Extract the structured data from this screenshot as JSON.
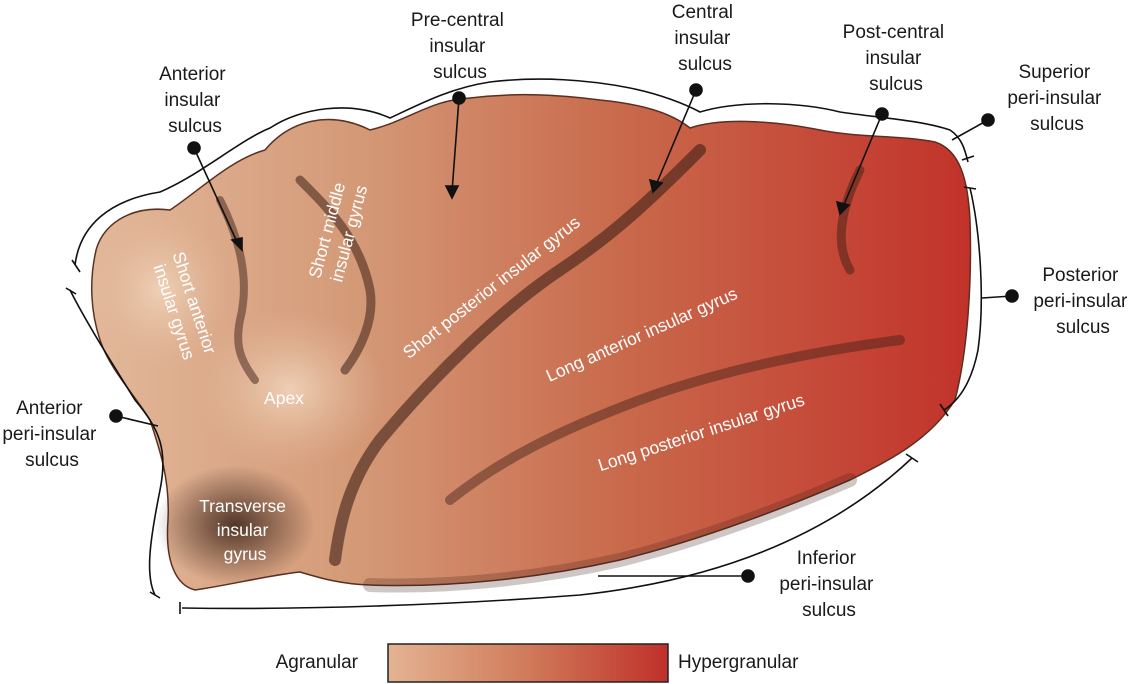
{
  "diagram": {
    "callouts": {
      "anterior_insular_sulcus": [
        "Anterior",
        "insular",
        "sulcus"
      ],
      "precentral_insular_sulcus": [
        "Pre-central",
        "insular",
        "sulcus"
      ],
      "central_insular_sulcus": [
        "Central",
        "insular",
        "sulcus"
      ],
      "postcentral_insular_sulcus": [
        "Post-central",
        "insular",
        "sulcus"
      ],
      "superior_peri_insular_sulcus": [
        "Superior",
        "peri-insular",
        "sulcus"
      ],
      "posterior_peri_insular_sulcus": [
        "Posterior",
        "peri-insular",
        "sulcus"
      ],
      "anterior_peri_insular_sulcus": [
        "Anterior",
        "peri-insular",
        "sulcus"
      ],
      "inferior_peri_insular_sulcus": [
        "Inferior",
        "peri-insular",
        "sulcus"
      ]
    },
    "gyri": {
      "short_anterior": [
        "Short anterior",
        "insular gyrus"
      ],
      "short_middle": [
        "Short middle",
        "insular gyrus"
      ],
      "short_posterior": "Short posterior insular gyrus",
      "long_anterior": "Long anterior insular gyrus",
      "long_posterior": "Long posterior insular gyrus",
      "apex": "Apex",
      "transverse": [
        "Transverse",
        "insular",
        "gyrus"
      ]
    },
    "legend": {
      "low_label": "Agranular",
      "high_label": "Hypergranular",
      "low_color": "#e4b493",
      "high_color": "#c0302a"
    }
  }
}
